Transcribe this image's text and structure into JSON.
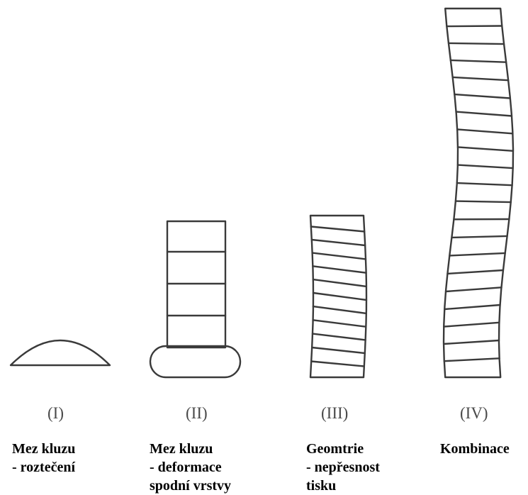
{
  "figures": [
    {
      "numeral": "(I)",
      "caption_lines": [
        "Mez kluzu",
        "- roztečení"
      ]
    },
    {
      "numeral": "(II)",
      "caption_lines": [
        "Mez kluzu",
        "- deformace",
        "spodní vrstvy"
      ]
    },
    {
      "numeral": "(III)",
      "caption_lines": [
        "Geomtrie",
        "- nepřesnost",
        "tisku"
      ]
    },
    {
      "numeral": "(IV)",
      "caption_lines": [
        "Kombinace"
      ]
    }
  ]
}
